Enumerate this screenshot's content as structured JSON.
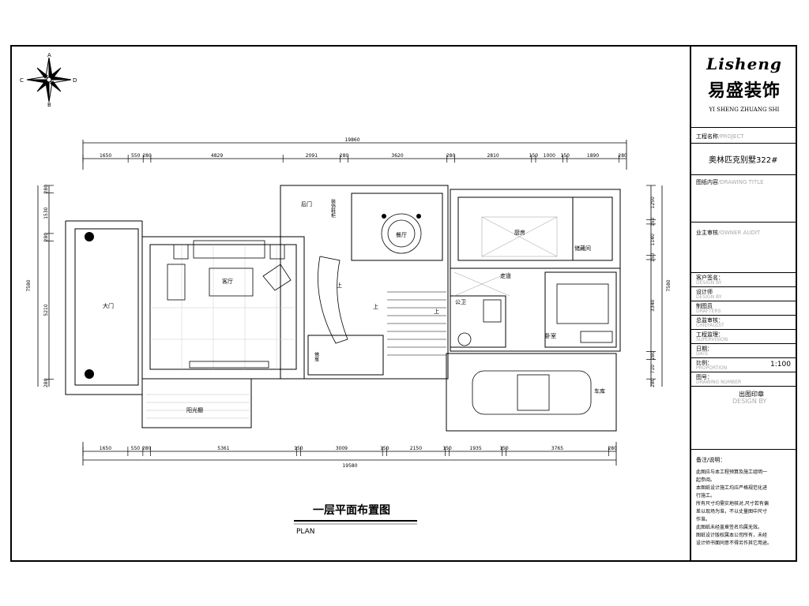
{
  "compass": {
    "n": "A",
    "s": "B",
    "w": "C",
    "e": "D"
  },
  "dims": {
    "top_total": "19860",
    "top": [
      "1650",
      "550",
      "280",
      "4829",
      "2091",
      "280",
      "3620",
      "280",
      "2810",
      "150",
      "1000",
      "150",
      "1890",
      "280"
    ],
    "bottom_total": "19580",
    "bottom": [
      "1650",
      "550",
      "280",
      "5361",
      "150",
      "3009",
      "150",
      "2150",
      "150",
      "1935",
      "150",
      "3765",
      "280"
    ],
    "left": [
      "280",
      "1530",
      "280",
      "5210",
      "280"
    ],
    "left_total": "7580",
    "right": [
      "1250",
      "150",
      "1140",
      "150",
      "3340",
      "280",
      "710",
      "280"
    ],
    "right_total": "7580"
  },
  "rooms": {
    "dining": "餐厅",
    "kitchen": "厨房",
    "back_door": "后门",
    "decor_wall": "装饰鞋柜",
    "living": "客厅",
    "main_door": "大门",
    "aisle": "走道",
    "bath": "公卫",
    "storage": "储藏间",
    "up1": "上",
    "up2": "上",
    "up3": "上",
    "buddha": "佛龛",
    "lounge": "卧室",
    "garage": "车库",
    "sunroom": "阳光棚"
  },
  "title": {
    "cn": "一层平面布置图",
    "en": "PLAN"
  },
  "title_block": {
    "logo_script": "Lisheng",
    "company_cn": "易盛装饰",
    "company_py": "YI SHENG ZHUANG SHI",
    "project_label": "工程名称",
    "project_label_en": "/PROJECT",
    "project_value": "奥林匹克别墅322#",
    "drawing_label": "图纸内容",
    "drawing_label_en": "/DRAWING TITLE",
    "owner_label": "业主审核",
    "owner_label_en": "/OWNER AUDIT",
    "fields": [
      {
        "cn": "客户签名：",
        "en": "DESIGN BY"
      },
      {
        "cn": "设计师",
        "en": "DESIGN BY"
      },
      {
        "cn": "制图员",
        "en": "DRAFTERS"
      },
      {
        "cn": "总监审核：",
        "en": "CHIEFAUDIT"
      },
      {
        "cn": "工程监理：",
        "en": "SUPERVISION"
      },
      {
        "cn": "日期：",
        "en": "DATE"
      },
      {
        "cn": "比例：",
        "en": "PROPORTION"
      },
      {
        "cn": "图号：",
        "en": "DRAWING NUMBER"
      }
    ],
    "scale_value": "1:100",
    "stamp_label": "出图印章",
    "stamp_label_en": "DESIGN BY",
    "notes_label": "备注/说明：",
    "notes": [
      "此图应与本工程预算及施工组明一",
      "起参阅。",
      "本图纸设计施工均应严格规范化进",
      "行施工。",
      "所有尺寸均需实地核对,尺寸若有偏",
      "差以现场为准，不以丈量图中尺寸",
      "作准。",
      "此图纸未经盖章签名均属无效。",
      "图纸设计版权属本公司所有，未经",
      "设计师书面同意不得另作其它用途。"
    ]
  }
}
